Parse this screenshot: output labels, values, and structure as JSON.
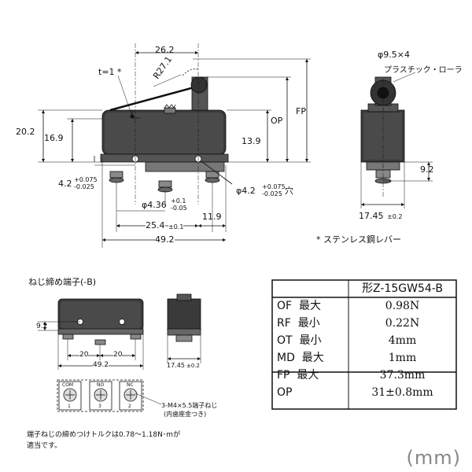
{
  "main_view": {
    "dim_top": "26.2",
    "t_label": "t=1 *",
    "radius_label": "R27.1",
    "dim_op": "OP",
    "dim_fp": "FP",
    "dim_202": "20.2",
    "dim_169": "16.9",
    "dim_139": "13.9",
    "hole_left_base": "4.2",
    "hole_left_tol_up": "+0.075",
    "hole_left_tol_down": "-0.025",
    "hole_right_base": "φ4.2",
    "hole_right_tol_up": "+0.075",
    "hole_right_tol_down": "-0.025",
    "hole_right_suffix": "穴",
    "pin_base": "φ4.36",
    "pin_tol_up": "+0.1",
    "pin_tol_down": "-0.05",
    "dim_254": "25.4",
    "dim_254_tol": "±0.1",
    "dim_119": "11.9",
    "dim_492": "49.2"
  },
  "side_view": {
    "roller_label": "φ9.5×4",
    "roller_desc": "プラスチック・ローラ",
    "dim_92": "9.2",
    "width_base": "17.45",
    "width_tol": "±0.2",
    "footnote": "* ステンレス鋼レバー"
  },
  "screw_terminal": {
    "title": "ねじ締め端子(-B)",
    "dim_92": "9.2",
    "dim_20a": "20",
    "dim_20b": "20",
    "dim_492": "49.2",
    "width_base": "17.45",
    "width_tol": "±0.2",
    "terminals": [
      {
        "label": "COM",
        "number": "1"
      },
      {
        "label": "NO",
        "number": "3"
      },
      {
        "label": "NC",
        "number": "2"
      }
    ],
    "screw_note_1": "3-M4×5.5端子ねじ",
    "screw_note_2": "(内歯座金つき)",
    "torque_note_1": "端子ねじの締めつけトルクは0.78〜1.18N･mが",
    "torque_note_2": "適当です。"
  },
  "spec_table": {
    "header": "形Z-15GW54-B",
    "rows": [
      {
        "name": "OF",
        "cond": "最大",
        "value": "0.98N"
      },
      {
        "name": "RF",
        "cond": "最小",
        "value": "0.22N"
      },
      {
        "name": "OT",
        "cond": "最小",
        "value": "4mm"
      },
      {
        "name": "MD",
        "cond": "最大",
        "value": "1mm"
      },
      {
        "name": "FP",
        "cond": "最大",
        "value": "37.3mm"
      },
      {
        "name": "OP",
        "cond": "",
        "value": "31±0.8mm"
      }
    ]
  },
  "unit_label": "(mm)"
}
